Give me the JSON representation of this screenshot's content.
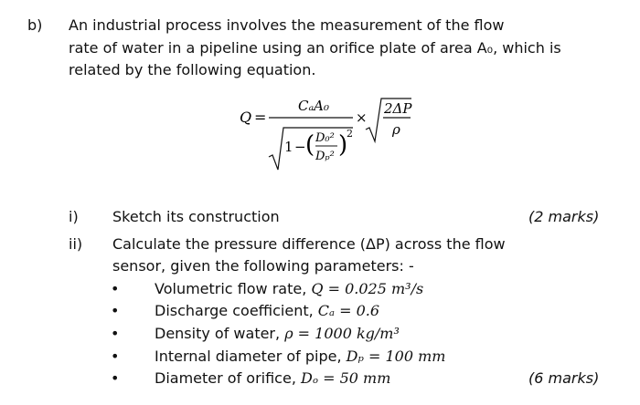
{
  "question": {
    "part_label": "b)",
    "intro_lines": [
      "An industrial process involves the measurement of the flow",
      "rate of water in a pipeline using an orifice plate of area A₀, which is",
      "related by the following equation."
    ],
    "equation": {
      "lhs": "Q",
      "numerator": "CₐA₀",
      "one": "1",
      "minus": "−",
      "ratio_top": "D₀²",
      "ratio_bottom": "Dₚ²",
      "outer_power": "2",
      "times": "×",
      "sqrt_numerator": "2ΔP",
      "sqrt_denominator": "ρ"
    }
  },
  "subparts": [
    {
      "label": "i)",
      "text": "Sketch its construction",
      "marks": "(2 marks)"
    },
    {
      "label": "ii)",
      "text_lines": [
        "Calculate the pressure difference (ΔP) across the flow",
        "sensor, given the following parameters: -"
      ],
      "parameters": [
        {
          "text": "Volumetric flow rate, ",
          "value": "Q = 0.025 m³/s"
        },
        {
          "text": "Discharge coefficient, ",
          "value": "Cₐ = 0.6"
        },
        {
          "text": "Density of water, ",
          "value": "ρ = 1000 kg/m³"
        },
        {
          "text": "Internal diameter of pipe, ",
          "value": "Dₚ = 100 mm"
        },
        {
          "text": "Diameter of orifice, ",
          "value": "Dₒ = 50 mm"
        }
      ],
      "marks": "(6 marks)"
    }
  ],
  "bullet_char": "•"
}
